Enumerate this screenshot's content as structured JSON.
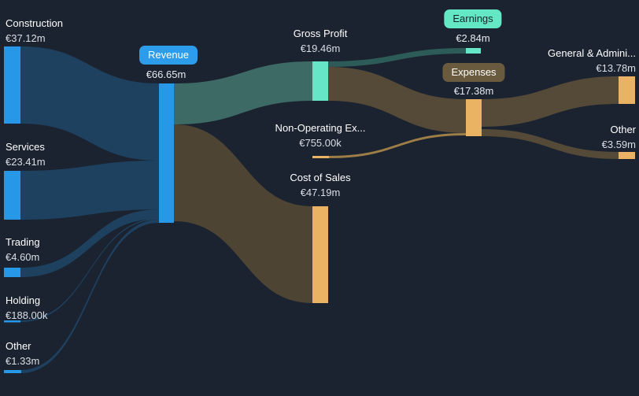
{
  "colors": {
    "background": "#1b2330",
    "node_blue": "#2797e8",
    "node_teal": "#66e6c6",
    "node_orange": "#eab363",
    "flow_blue": "#1e4160",
    "flow_teal": "#3e6a66",
    "flow_teal_dark": "#2d5b58",
    "flow_brown_cos": "#4d4433",
    "flow_brown_exp": "#554a38",
    "flow_orange_thin": "#9c7e46",
    "badge_revenue_bg": "#2d9ceb",
    "badge_earnings_bg": "#63e7c5",
    "badge_expenses_bg": "#6b5b3e"
  },
  "nodes": {
    "construction": {
      "label": "Construction",
      "value": "€37.12m"
    },
    "services": {
      "label": "Services",
      "value": "€23.41m"
    },
    "trading": {
      "label": "Trading",
      "value": "€4.60m"
    },
    "holding": {
      "label": "Holding",
      "value": "€188.00k"
    },
    "other_revenue": {
      "label": "Other",
      "value": "€1.33m"
    },
    "revenue": {
      "label": "Revenue",
      "value": "€66.65m"
    },
    "gross_profit": {
      "label": "Gross Profit",
      "value": "€19.46m"
    },
    "non_operating": {
      "label": "Non-Operating Ex...",
      "value": "€755.00k"
    },
    "cost_of_sales": {
      "label": "Cost of Sales",
      "value": "€47.19m"
    },
    "earnings": {
      "label": "Earnings",
      "value": "€2.84m"
    },
    "expenses": {
      "label": "Expenses",
      "value": "€17.38m"
    },
    "general_admin": {
      "label": "General & Admini...",
      "value": "€13.78m"
    },
    "other_expenses": {
      "label": "Other",
      "value": "€3.59m"
    }
  },
  "chart_data": {
    "type": "sankey",
    "title": "Revenue and expenses breakdown sankey",
    "currency": "EUR",
    "nodes": [
      {
        "name": "Construction",
        "amount_eur_m": 37.12
      },
      {
        "name": "Services",
        "amount_eur_m": 23.41
      },
      {
        "name": "Trading",
        "amount_eur_m": 4.6
      },
      {
        "name": "Holding",
        "amount_eur_m": 0.188
      },
      {
        "name": "Other (revenue segment)",
        "amount_eur_m": 1.33
      },
      {
        "name": "Revenue",
        "amount_eur_m": 66.65
      },
      {
        "name": "Gross Profit",
        "amount_eur_m": 19.46
      },
      {
        "name": "Non-Operating Expenses",
        "amount_eur_m": 0.755
      },
      {
        "name": "Cost of Sales",
        "amount_eur_m": 47.19
      },
      {
        "name": "Earnings",
        "amount_eur_m": 2.84
      },
      {
        "name": "Expenses",
        "amount_eur_m": 17.38
      },
      {
        "name": "General & Administrative",
        "amount_eur_m": 13.78
      },
      {
        "name": "Other (expenses)",
        "amount_eur_m": 3.59
      }
    ],
    "links": [
      {
        "source": "Construction",
        "target": "Revenue",
        "value_eur_m": 37.12
      },
      {
        "source": "Services",
        "target": "Revenue",
        "value_eur_m": 23.41
      },
      {
        "source": "Trading",
        "target": "Revenue",
        "value_eur_m": 4.6
      },
      {
        "source": "Holding",
        "target": "Revenue",
        "value_eur_m": 0.188
      },
      {
        "source": "Other (revenue segment)",
        "target": "Revenue",
        "value_eur_m": 1.33
      },
      {
        "source": "Revenue",
        "target": "Gross Profit",
        "value_eur_m": 19.46
      },
      {
        "source": "Revenue",
        "target": "Cost of Sales",
        "value_eur_m": 47.19
      },
      {
        "source": "Gross Profit",
        "target": "Earnings",
        "value_eur_m": 2.84
      },
      {
        "source": "Gross Profit",
        "target": "Expenses",
        "value_eur_m": 16.62
      },
      {
        "source": "Non-Operating Expenses",
        "target": "Expenses",
        "value_eur_m": 0.755
      },
      {
        "source": "Expenses",
        "target": "General & Administrative",
        "value_eur_m": 13.78
      },
      {
        "source": "Expenses",
        "target": "Other (expenses)",
        "value_eur_m": 3.59
      }
    ]
  }
}
